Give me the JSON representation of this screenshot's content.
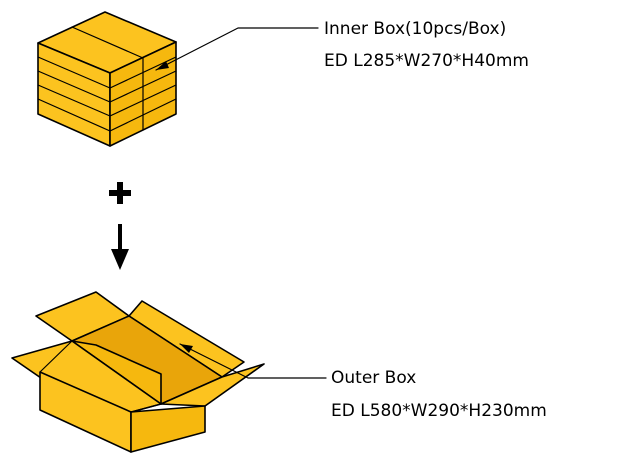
{
  "colors": {
    "box_fill": "#fcc31f",
    "box_fill_side": "#f6b80e",
    "box_fill_inner": "#e9a50a",
    "outline": "#000000",
    "background": "#ffffff"
  },
  "inner_box": {
    "title": "Inner Box(10pcs/Box)",
    "dimensions": "ED L285*W270*H40mm"
  },
  "outer_box": {
    "title": "Outer Box",
    "dimensions": "ED L580*W290*H230mm"
  },
  "symbols": {
    "plus": "plus-icon",
    "arrow": "arrow-down-icon"
  }
}
